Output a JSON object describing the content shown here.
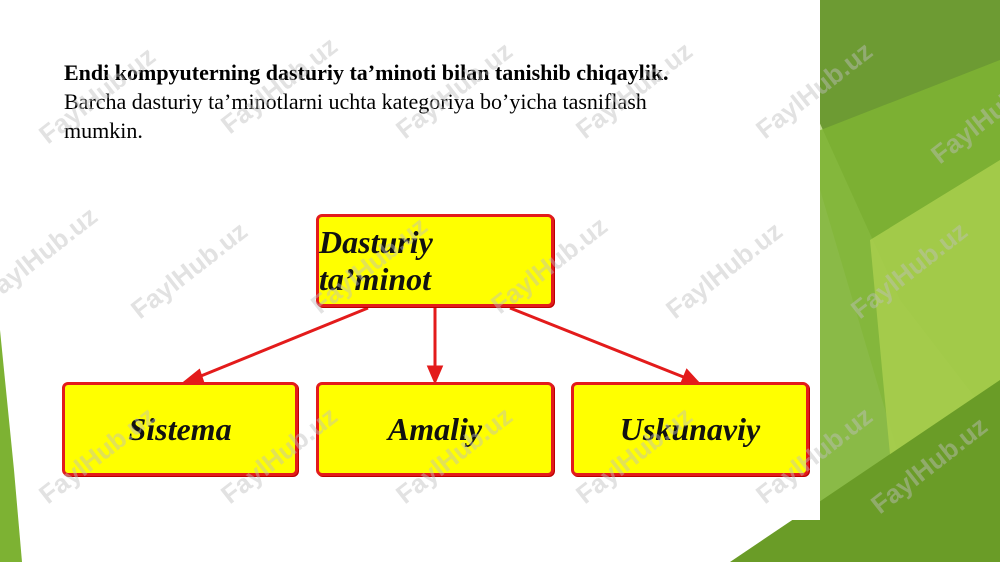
{
  "slide": {
    "heading": "Endi kompyuterning dasturiy ta’minoti bilan tanishib chiqaylik.",
    "body_line1": "Barcha dasturiy ta’minotlarni uchta kategoriya bo’yicha tasniflash",
    "body_line2": "mumkin."
  },
  "diagram": {
    "root": "Dasturiy ta’minot",
    "children": [
      "Sistema",
      "Amaliy",
      "Uskunaviy"
    ]
  },
  "watermark": "FaylHub.uz",
  "colors": {
    "node_fill": "#ffff00",
    "node_border": "#e31b1b",
    "arrow": "#e31b1b",
    "green_dark": "#4f7d1c",
    "green_mid": "#77a82e",
    "green_light": "#a6cc47"
  }
}
